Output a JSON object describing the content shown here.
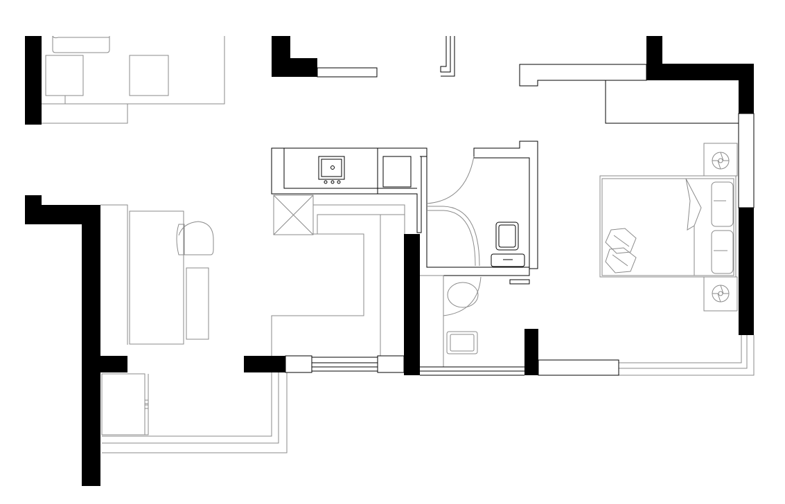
{
  "plan": {
    "colors": {
      "wall": "#000000",
      "line": "#000000",
      "furniture": "#8a8a8a",
      "background": "#ffffff"
    },
    "rooms": [
      "living-room",
      "kitchen",
      "bathroom",
      "bedroom",
      "balcony"
    ],
    "icons": [
      "sink-icon",
      "toilet-icon",
      "bed-icon",
      "fan-icon",
      "chair-icon"
    ]
  }
}
